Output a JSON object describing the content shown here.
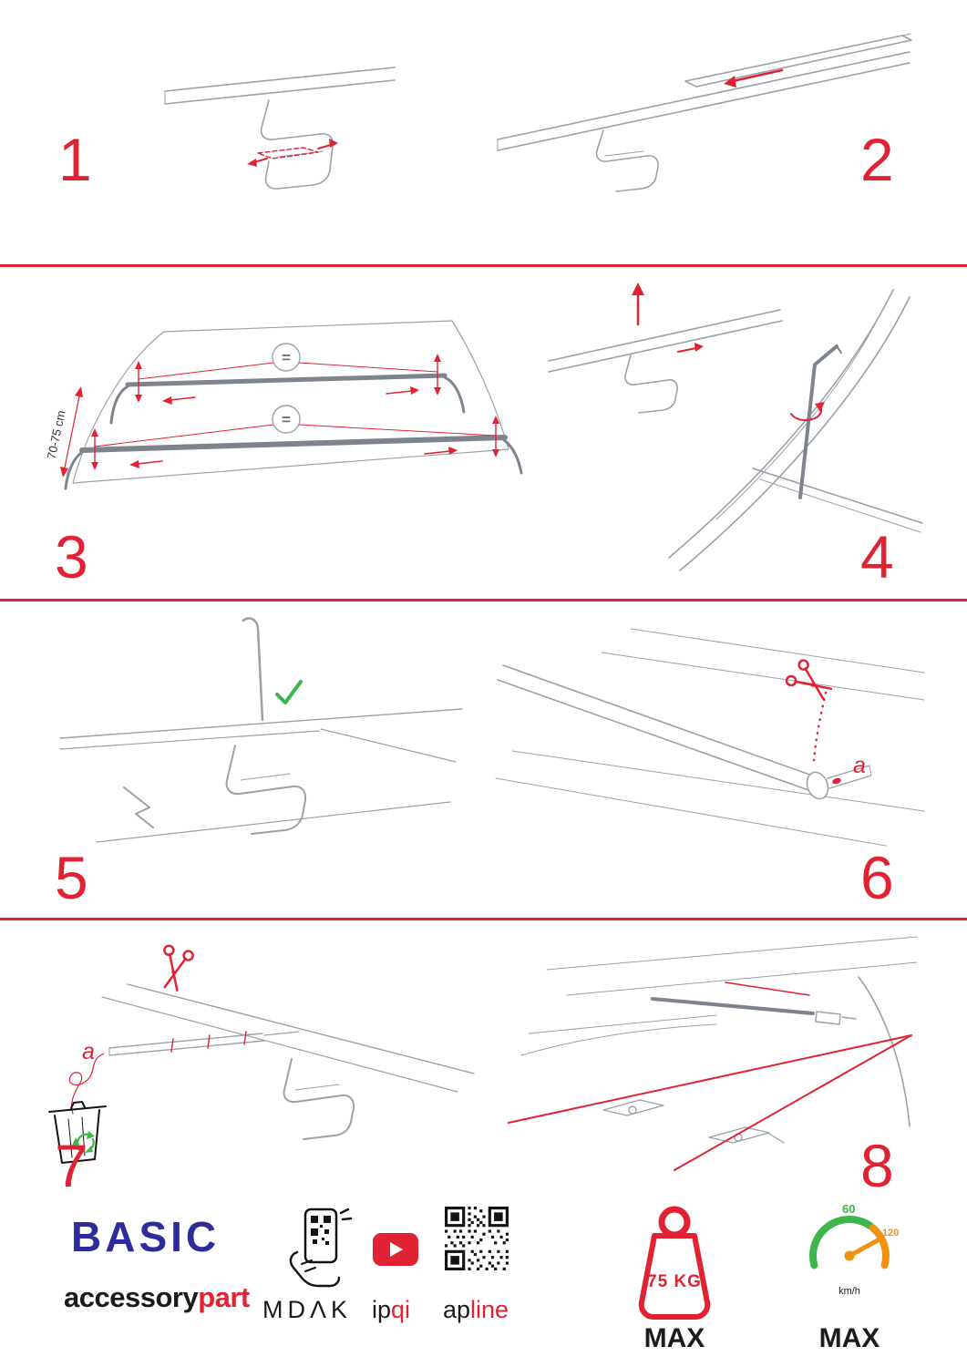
{
  "colors": {
    "accent": "#e12232",
    "line": "#9aa1a9",
    "bar": "#7d848d",
    "green": "#3cb54a",
    "orange": "#f29111",
    "blue": "#2d2c9b",
    "ink": "#141414"
  },
  "steps": [
    {
      "number": "1"
    },
    {
      "number": "2"
    },
    {
      "number": "3"
    },
    {
      "number": "4"
    },
    {
      "number": "5"
    },
    {
      "number": "6"
    },
    {
      "number": "7"
    },
    {
      "number": "8"
    }
  ],
  "panel3": {
    "equal": "=",
    "dimension": "70-75 cm"
  },
  "panel6": {
    "label_a": "a"
  },
  "panel7": {
    "label_a": "a"
  },
  "footer": {
    "brand": "BASIC",
    "sub_black": "accessory",
    "sub_red": "part",
    "partner_mdak": "MDΛK",
    "ipqi_black": "ip",
    "ipqi_red": "qi",
    "apline_black": "ap",
    "apline_red": "line",
    "weight": "75 KG",
    "weight_max": "MAX",
    "speed_low": "60",
    "speed_high": "120",
    "speed_unit": "km/h",
    "speed_max": "MAX"
  }
}
